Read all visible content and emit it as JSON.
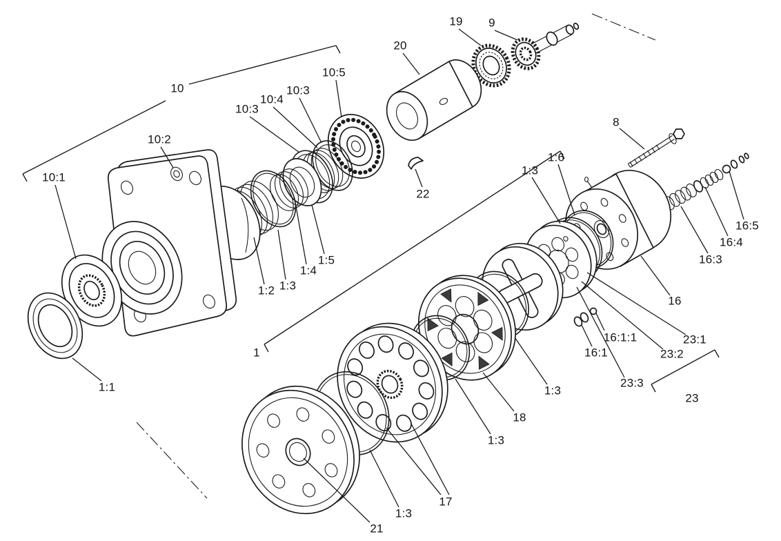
{
  "figure": {
    "kind": "exploded-parts-diagram",
    "subject": "hydraulic wheel motor assembly",
    "background": "#ffffff",
    "ink": "#1b1b1b"
  },
  "callouts": [
    {
      "label": "10"
    },
    {
      "label": "10:1"
    },
    {
      "label": "10:2"
    },
    {
      "label": "10:3"
    },
    {
      "label": "10:4"
    },
    {
      "label": "10:3"
    },
    {
      "label": "10:5"
    },
    {
      "label": "20"
    },
    {
      "label": "19"
    },
    {
      "label": "9"
    },
    {
      "label": "22"
    },
    {
      "label": "8"
    },
    {
      "label": "1:3"
    },
    {
      "label": "1:6"
    },
    {
      "label": "16:5"
    },
    {
      "label": "16:4"
    },
    {
      "label": "16:3"
    },
    {
      "label": "16"
    },
    {
      "label": "23:1"
    },
    {
      "label": "23:2"
    },
    {
      "label": "16:1:1"
    },
    {
      "label": "16:1"
    },
    {
      "label": "23:3"
    },
    {
      "label": "23"
    },
    {
      "label": "1:3"
    },
    {
      "label": "18"
    },
    {
      "label": "1:3"
    },
    {
      "label": "1:1"
    },
    {
      "label": "1:2"
    },
    {
      "label": "1:3"
    },
    {
      "label": "1:4"
    },
    {
      "label": "1:5"
    },
    {
      "label": "1"
    },
    {
      "label": "17"
    },
    {
      "label": "1:3"
    },
    {
      "label": "21"
    }
  ]
}
